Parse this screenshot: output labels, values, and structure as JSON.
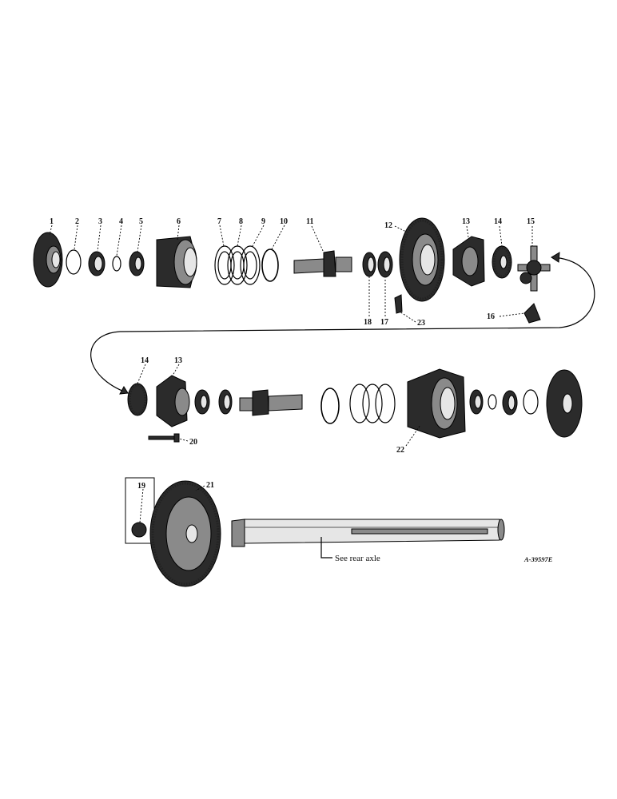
{
  "labels": {
    "n1": "1",
    "n2": "2",
    "n3": "3",
    "n4": "4",
    "n5": "5",
    "n6": "6",
    "n7": "7",
    "n8": "8",
    "n9": "9",
    "n10": "10",
    "n11": "11",
    "n12": "12",
    "n13a": "13",
    "n14a": "14",
    "n15": "15",
    "n16": "16",
    "n17": "17",
    "n18": "18",
    "n23": "23",
    "n14b": "14",
    "n13b": "13",
    "n20": "20",
    "n22": "22",
    "n19": "19",
    "n21": "21"
  },
  "note": "See rear axle",
  "reference": "A-39597E"
}
